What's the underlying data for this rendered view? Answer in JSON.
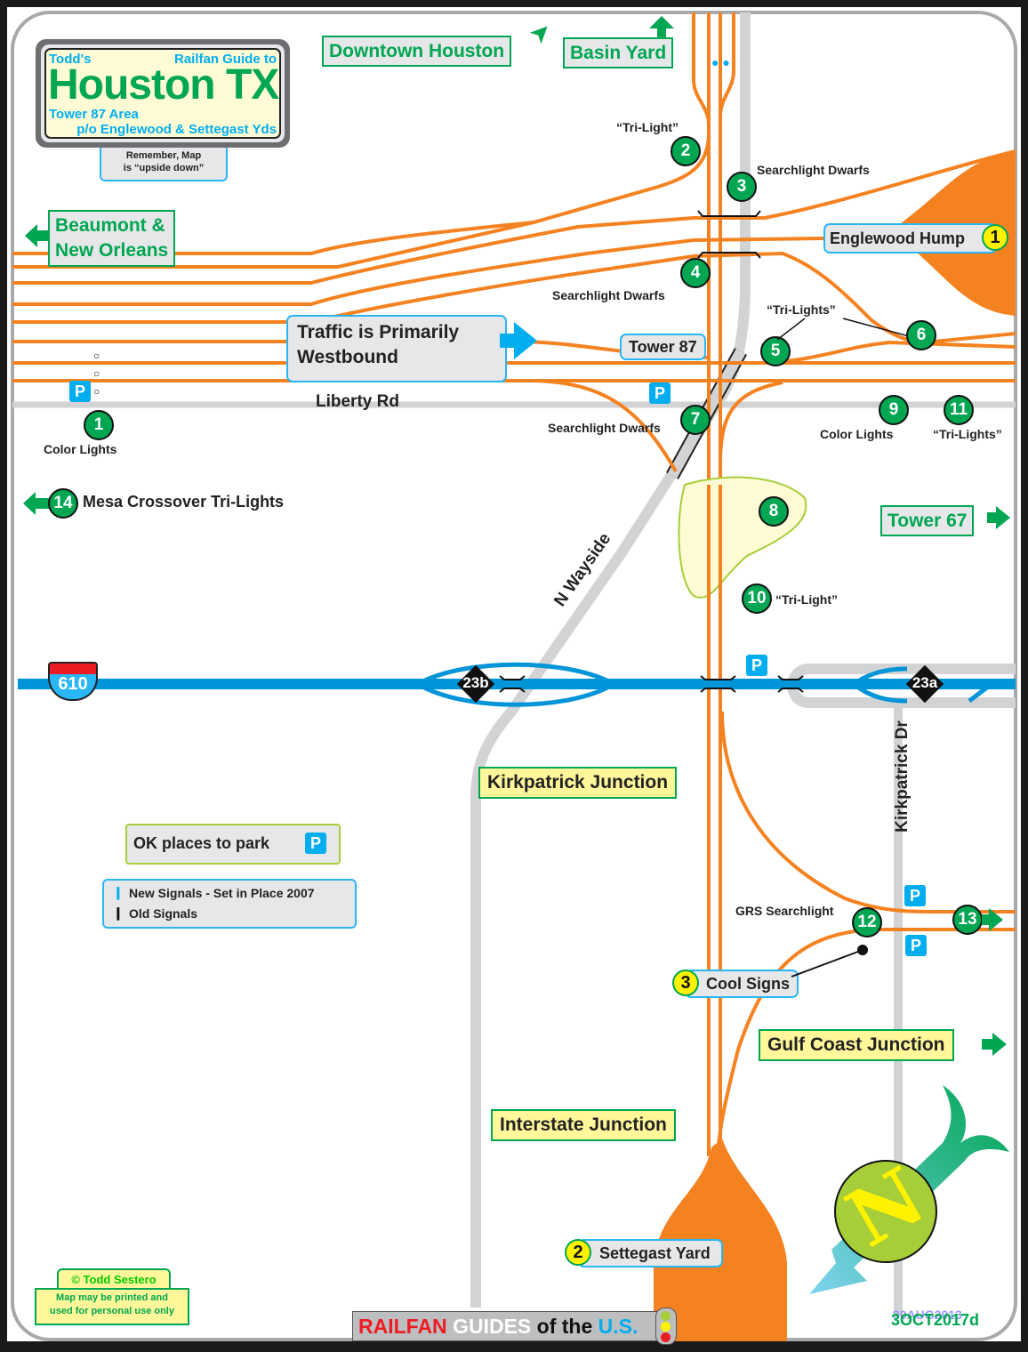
{
  "title_sign": {
    "top_left": "Todd's",
    "top_right": "Railfan Guide to",
    "main": "Houston TX",
    "sub1": "Tower 87 Area",
    "sub2": "p/o Englewood & Settegast Yds",
    "note_line1": "Remember, Map",
    "note_line2": "is “upside down”"
  },
  "directions": {
    "downtown": "Downtown Houston",
    "basin": "Basin Yard",
    "beaumont_line1": "Beaumont &",
    "beaumont_line2": "New Orleans",
    "tower67": "Tower 67",
    "gulf_coast": "Gulf Coast Junction",
    "mesa": "Mesa Crossover Tri-Lights"
  },
  "traffic_note": {
    "line1": "Traffic is Primarily",
    "line2": "Westbound"
  },
  "places": {
    "englewood": {
      "num": "1",
      "label": "Englewood Hump"
    },
    "settegast": {
      "num": "2",
      "label": "Settegast Yard"
    },
    "cool_signs": {
      "num": "3",
      "label": "Cool Signs"
    },
    "tower87": "Tower 87"
  },
  "junctions": {
    "kirkpatrick": "Kirkpatrick Junction",
    "interstate": "Interstate Junction"
  },
  "roads": {
    "liberty": "Liberty Rd",
    "wayside": "N Wayside",
    "kirkpatrick_dr": "Kirkpatrick Dr",
    "interstate": "610",
    "exit_23a": "23a",
    "exit_23b": "23b"
  },
  "signals": [
    {
      "num": "1",
      "label": "Color Lights"
    },
    {
      "num": "2",
      "label": "“Tri-Light”"
    },
    {
      "num": "3",
      "label": "Searchlight Dwarfs"
    },
    {
      "num": "4",
      "label": "Searchlight Dwarfs"
    },
    {
      "num": "5",
      "label": "“Tri-Lights”"
    },
    {
      "num": "6",
      "label": ""
    },
    {
      "num": "7",
      "label": "Searchlight Dwarfs"
    },
    {
      "num": "8",
      "label": ""
    },
    {
      "num": "9",
      "label": "Color Lights"
    },
    {
      "num": "10",
      "label": "“Tri-Light”"
    },
    {
      "num": "11",
      "label": "“Tri-Lights”"
    },
    {
      "num": "12",
      "label": "GRS Searchlight"
    },
    {
      "num": "13",
      "label": ""
    },
    {
      "num": "14",
      "label": ""
    }
  ],
  "parking_glyph": "P",
  "legend": {
    "park_label": "OK places to park",
    "new_signals": "New Signals - Set in Place 2007",
    "old_signals": "Old Signals"
  },
  "copyright": {
    "owner": "© Todd Sestero",
    "line1": "Map may be printed and",
    "line2": "used for personal use only"
  },
  "brand": {
    "part1": "RAILFAN",
    "part2": "GUIDES",
    "part3": "of the",
    "part4": "U.S."
  },
  "version": {
    "old": "30AUG2013",
    "current": "3OCT2017d"
  },
  "compass": {
    "letter": "N"
  },
  "colors": {
    "track": "#f58220",
    "road": "#d1d3d4",
    "interstate": "#0094d9",
    "sign_green": "#00a651",
    "badge_green": "#00a651",
    "parking_blue": "#00aeef",
    "junction_yellow": "#fff799"
  }
}
